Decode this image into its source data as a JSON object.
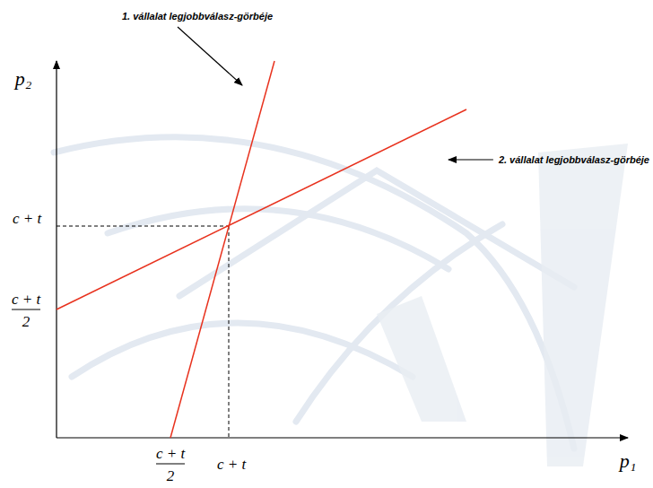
{
  "diagram": {
    "labels": [
      "1. vállalat legjobbválasz-görbéje",
      "2. vállalat legjobbválasz-görbéje",
      "p₂",
      "c + t",
      "c + t",
      "2",
      "c + t",
      "2",
      "c + t",
      "p₁"
    ]
  }
}
